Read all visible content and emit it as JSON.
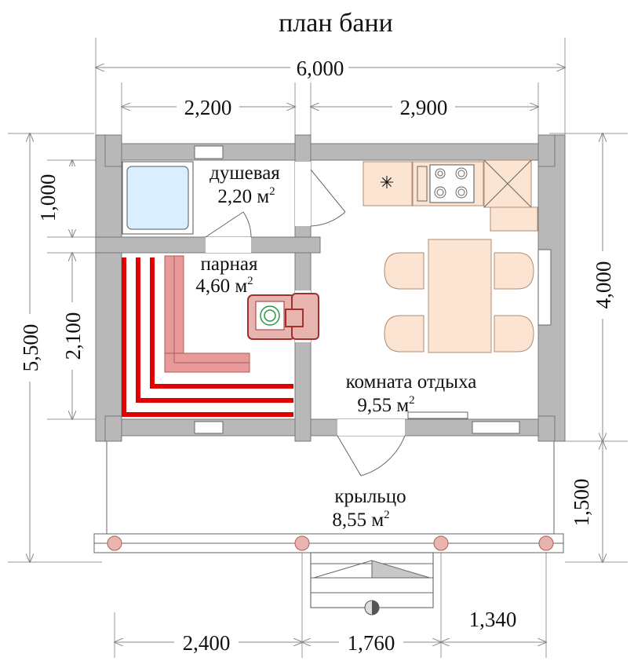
{
  "title": "план бани",
  "dimensions": {
    "total_width": "6,000",
    "left_width": "2,200",
    "right_width": "2,900",
    "total_height": "5,500",
    "shower_height": "1,000",
    "steam_height": "2,100",
    "right_height": "4,000",
    "porch_height": "1,500",
    "bottom_left": "2,400",
    "bottom_mid": "1,760",
    "bottom_right": "1,340"
  },
  "rooms": {
    "shower": {
      "name": "душевая",
      "area": "2,20 м",
      "unit_sup": "2"
    },
    "steam": {
      "name": "парная",
      "area": "4,60 м",
      "unit_sup": "2"
    },
    "rest": {
      "name": "комната отдыха",
      "area": "9,55 м",
      "unit_sup": "2"
    },
    "porch": {
      "name": "крыльцо",
      "area": "8,55 м",
      "unit_sup": "2"
    }
  },
  "colors": {
    "wall": "#b8b8b8",
    "bench_red": "#e00000",
    "bench_pink": "#e89a9a",
    "stove": "#c0504d",
    "furniture": "#fbe5d2",
    "shower_tray": "#d9efff"
  }
}
